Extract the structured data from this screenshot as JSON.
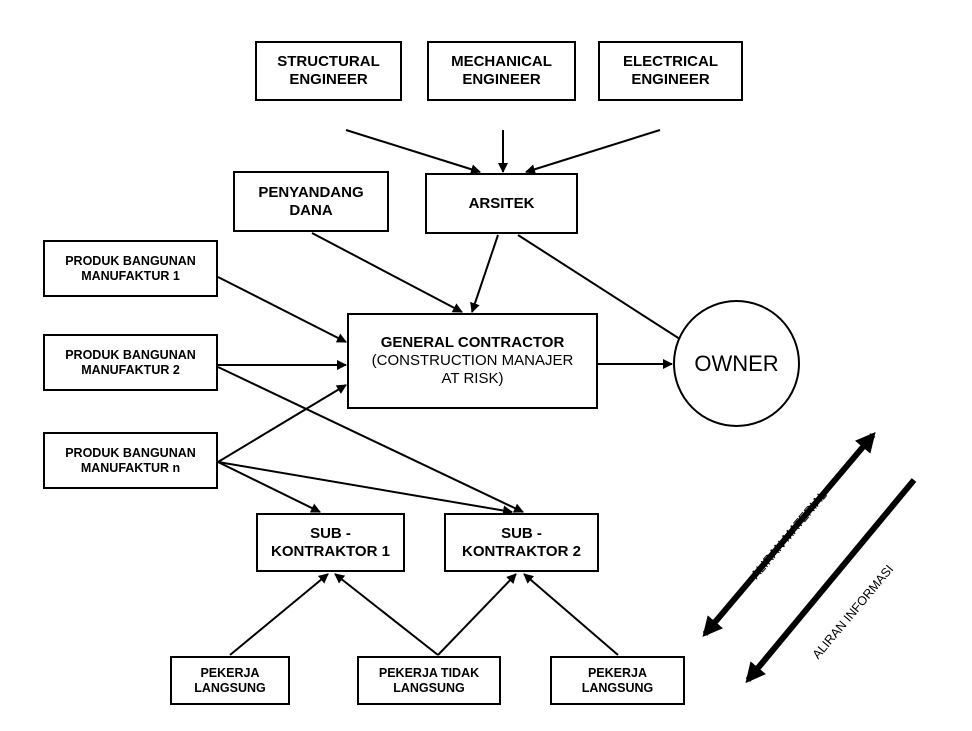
{
  "nodes": {
    "structural_engineer": [
      "STRUCTURAL",
      "ENGINEER"
    ],
    "mechanical_engineer": [
      "MECHANICAL",
      "ENGINEER"
    ],
    "electrical_engineer": [
      "ELECTRICAL",
      "ENGINEER"
    ],
    "arsitek": [
      "ARSITEK"
    ],
    "penyandang_dana": [
      "PENYANDANG",
      "DANA"
    ],
    "produk_1": [
      "PRODUK BANGUNAN",
      "MANUFAKTUR 1"
    ],
    "produk_2": [
      "PRODUK BANGUNAN",
      "MANUFAKTUR 2"
    ],
    "produk_n": [
      "PRODUK BANGUNAN",
      "MANUFAKTUR  n"
    ],
    "general_contractor": [
      "GENERAL CONTRACTOR",
      "(CONSTRUCTION MANAJER",
      "AT RISK)"
    ],
    "owner": "OWNER",
    "sub_1": [
      "SUB -",
      "KONTRAKTOR 1"
    ],
    "sub_2": [
      "SUB -",
      "KONTRAKTOR 2"
    ],
    "pekerja_langsung_left": [
      "PEKERJA",
      "LANGSUNG"
    ],
    "pekerja_tidak_langsung": [
      "PEKERJA TIDAK",
      "LANGSUNG"
    ],
    "pekerja_langsung_right": [
      "PEKERJA",
      "LANGSUNG"
    ]
  },
  "legend": {
    "aliran_material": "ALIRAN MATERIAL",
    "aliran_informasi": "ALIRAN INFORMASI"
  }
}
